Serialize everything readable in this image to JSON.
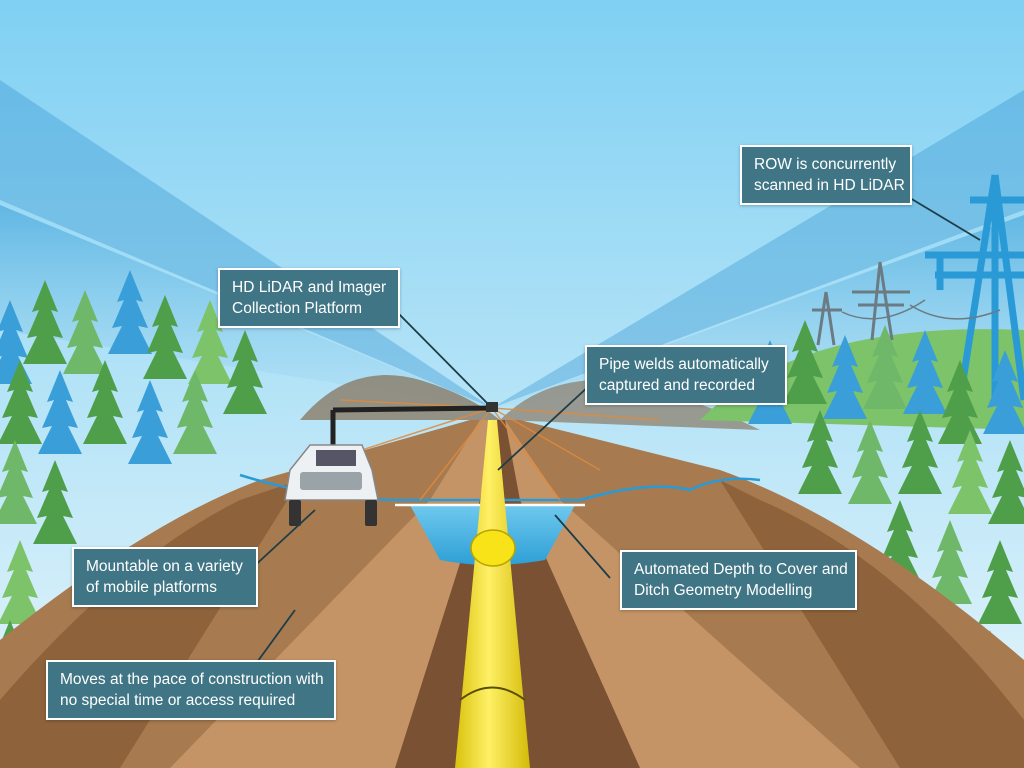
{
  "callouts": {
    "row_scan": {
      "line1": "ROW is concurrently",
      "line2": "scanned in HD LiDAR"
    },
    "lidar_platform": {
      "line1": "HD LiDAR and Imager",
      "line2": "Collection Platform"
    },
    "pipe_welds": {
      "line1": "Pipe welds automatically",
      "line2": "captured and recorded"
    },
    "mountable": {
      "line1": "Mountable on a variety",
      "line2": "of mobile platforms"
    },
    "depth_cover": {
      "line1": "Automated Depth to Cover and",
      "line2": "Ditch Geometry Modelling"
    },
    "pace": {
      "line1": "Moves at the pace of construction with",
      "line2": "no special time or access required"
    }
  },
  "colors": {
    "sky_top": "#7fd0f3",
    "sky_bottom": "#e8f6fb",
    "callout_bg": "#3f7585",
    "ground": "#b98a5e",
    "ground_dark": "#7a5132",
    "pipe": "#f7e317",
    "ditch_water": "#4fb8e6",
    "tree_green": "#4f9f4a",
    "tree_blue": "#3a9fd8",
    "tower_blue": "#2a9ad6"
  },
  "icons": [
    "pickup-truck-icon",
    "transmission-tower-icon",
    "conifer-tree-icon",
    "pipeline-icon"
  ]
}
